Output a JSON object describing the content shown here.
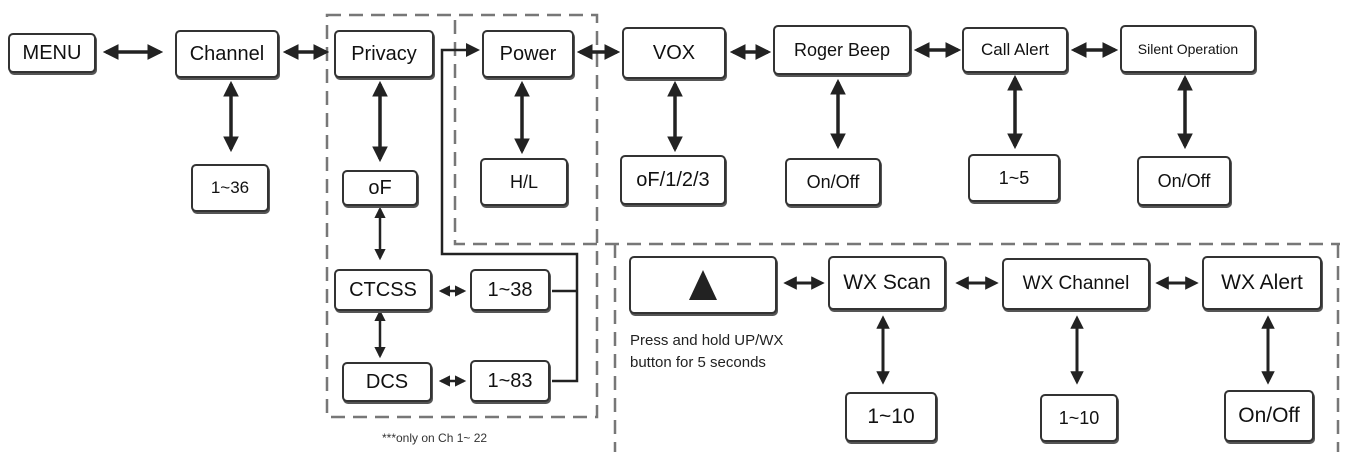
{
  "nodes": {
    "menu": "MENU",
    "channel": "Channel",
    "channel_value": "1~36",
    "privacy": "Privacy",
    "privacy_off": "oF",
    "ctcss": "CTCSS",
    "ctcss_value": "1~38",
    "dcs": "DCS",
    "dcs_value": "1~83",
    "power": "Power",
    "power_value": "H/L",
    "vox": "VOX",
    "vox_value": "oF/1/2/3",
    "roger_beep": "Roger Beep",
    "roger_beep_value": "On/Off",
    "call_alert": "Call Alert",
    "call_alert_value": "1~5",
    "silent_operation": "Silent Operation",
    "silent_operation_value": "On/Off",
    "wx_button_icon": "up-arrow-icon",
    "wx_scan": "WX Scan",
    "wx_scan_value": "1~10",
    "wx_channel": "WX Channel",
    "wx_channel_value": "1~10",
    "wx_alert": "WX Alert",
    "wx_alert_value": "On/Off"
  },
  "notes": {
    "press_hold_line1": "Press and hold UP/WX",
    "press_hold_line2": "button for 5 seconds",
    "privacy_footnote": "***only on Ch 1~ 22"
  }
}
